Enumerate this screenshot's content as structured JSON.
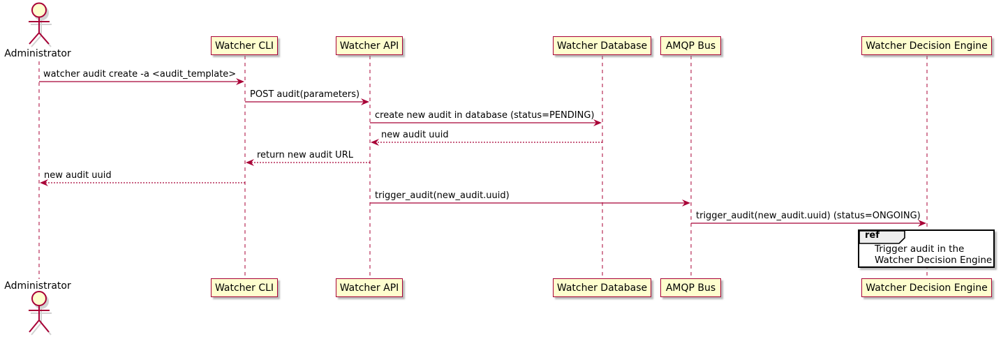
{
  "diagram": {
    "kind": "uml-sequence-diagram",
    "background": "#FFFFFF",
    "colors": {
      "participant_fill": "#FEFECE",
      "stroke": "#A80036",
      "text": "#000000",
      "ref_header_fill": "#EEEEEE",
      "ref_border": "#000000"
    }
  },
  "actor": {
    "label": "Administrator"
  },
  "participants": [
    {
      "label": "Watcher CLI"
    },
    {
      "label": "Watcher API"
    },
    {
      "label": "Watcher Database"
    },
    {
      "label": "AMQP Bus"
    },
    {
      "label": "Watcher Decision Engine"
    }
  ],
  "messages": [
    {
      "from": "Administrator",
      "to": "Watcher CLI",
      "line": "solid",
      "label": "watcher audit create -a <audit_template>"
    },
    {
      "from": "Watcher CLI",
      "to": "Watcher API",
      "line": "solid",
      "label": "POST audit(parameters)"
    },
    {
      "from": "Watcher API",
      "to": "Watcher Database",
      "line": "solid",
      "label": "create new audit in database (status=PENDING)"
    },
    {
      "from": "Watcher Database",
      "to": "Watcher API",
      "line": "dotted",
      "label": "new audit uuid"
    },
    {
      "from": "Watcher API",
      "to": "Watcher CLI",
      "line": "dotted",
      "label": "return new audit URL"
    },
    {
      "from": "Watcher CLI",
      "to": "Administrator",
      "line": "dotted",
      "label": "new audit uuid"
    },
    {
      "from": "Watcher API",
      "to": "AMQP Bus",
      "line": "solid",
      "label": "trigger_audit(new_audit.uuid)"
    },
    {
      "from": "AMQP Bus",
      "to": "Watcher Decision Engine",
      "line": "solid",
      "label": "trigger_audit(new_audit.uuid) (status=ONGOING)"
    }
  ],
  "ref": {
    "keyword": "ref",
    "lines": [
      "Trigger audit in the",
      "Watcher Decision Engine"
    ]
  }
}
